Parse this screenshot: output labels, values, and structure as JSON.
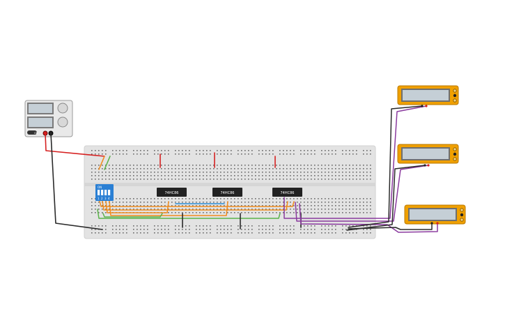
{
  "chips": [
    {
      "label": "74HC86"
    },
    {
      "label": "74HC86"
    },
    {
      "label": "74HC86"
    }
  ],
  "dip_switch": {
    "label": "ON",
    "numbers": [
      "1",
      "2",
      "3",
      "4"
    ]
  },
  "power_supply": {
    "button_label": "ON"
  },
  "multimeters": [
    {
      "display": ""
    },
    {
      "display": ""
    },
    {
      "display": ""
    }
  ],
  "colors": {
    "breadboard": "#e3e3e3",
    "chip": "#222222",
    "dip_switch": "#2a7fd4",
    "multimeter": "#f0a000",
    "wire_red": "#d62020",
    "wire_black": "#2a2a2a",
    "wire_orange": "#f08c1e",
    "wire_green": "#5bb34a",
    "wire_blue": "#2d8ed6",
    "wire_purple": "#8a3a9e"
  }
}
